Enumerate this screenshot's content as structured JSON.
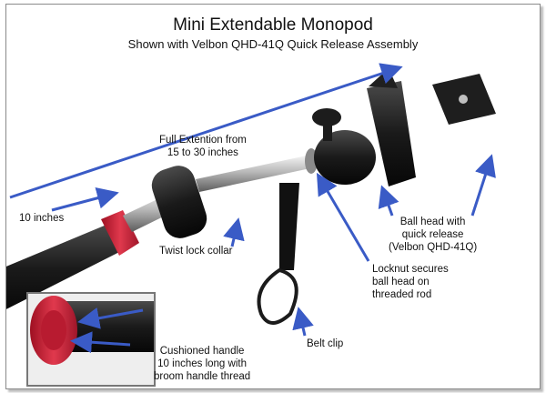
{
  "header": {
    "title": "Mini Extendable Monopod",
    "subtitle": "Shown with Velbon QHD-41Q Quick Release Assembly"
  },
  "callouts": {
    "full_extension": [
      "Full Extention from",
      "15 to 30 inches"
    ],
    "ten_inches": "10 inches",
    "twist_lock": "Twist lock collar",
    "ball_head": [
      "Ball head with",
      "quick release",
      "(Velbon QHD-41Q)"
    ],
    "locknut": [
      "Locknut secures",
      "ball head on",
      "threaded rod"
    ],
    "belt_clip": "Belt clip",
    "cushioned_handle": [
      "Cushioned handle",
      "10 inches long with",
      "broom handle thread"
    ]
  },
  "colors": {
    "arrow": "#3a5bc6",
    "cap_red": "#c8233a",
    "black": "#141414"
  }
}
